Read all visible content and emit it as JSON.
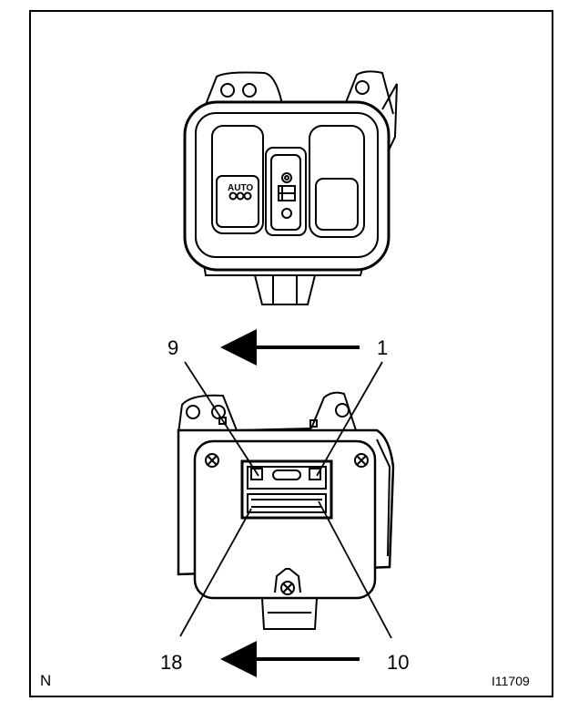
{
  "switch_label": "AUTO",
  "pin_labels": {
    "top_left": "9",
    "top_right": "1",
    "bottom_left": "18",
    "bottom_right": "10"
  },
  "corner_code": "N",
  "figure_id": "I11709"
}
